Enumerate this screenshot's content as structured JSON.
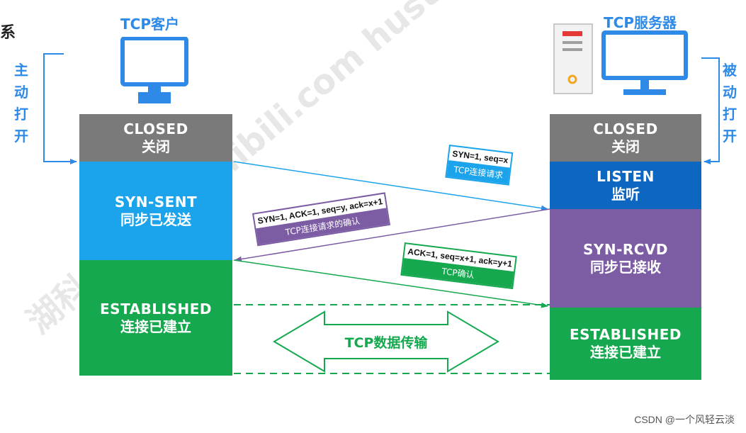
{
  "corner_text": "系",
  "client": {
    "title": "TCP客户",
    "active_open_chars": [
      "主",
      "动",
      "打",
      "开"
    ],
    "states": {
      "closed": {
        "en": "CLOSED",
        "zh": "关闭"
      },
      "syn_sent": {
        "en": "SYN-SENT",
        "zh": "同步已发送"
      },
      "established": {
        "en": "ESTABLISHED",
        "zh": "连接已建立"
      }
    }
  },
  "server": {
    "title": "TCP服务器",
    "passive_open_chars": [
      "被",
      "动",
      "打",
      "开"
    ],
    "states": {
      "closed": {
        "en": "CLOSED",
        "zh": "关闭"
      },
      "listen": {
        "en": "LISTEN",
        "zh": "监听"
      },
      "syn_rcvd": {
        "en": "SYN-RCVD",
        "zh": "同步已接收"
      },
      "established": {
        "en": "ESTABLISHED",
        "zh": "连接已建立"
      }
    }
  },
  "messages": {
    "m1": {
      "top": "SYN=1, seq=x",
      "bottom": "TCP连接请求"
    },
    "m2": {
      "top": "SYN=1, ACK=1, seq=y, ack=x+1",
      "bottom": "TCP连接请求的确认"
    },
    "m3": {
      "top": "ACK=1, seq=x+1, ack=y+1",
      "bottom": "TCP确认"
    }
  },
  "transfer_label": "TCP数据传输",
  "watermark": "湖科大教书匠 bilibili.com hust.edu.cn",
  "credit": "CSDN @一个风轻云淡",
  "colors": {
    "closed": "#7a7a7a",
    "syn_sent": "#1ba3ec",
    "established": "#15a84f",
    "listen": "#0d67c1",
    "syn_rcvd": "#7c5da4",
    "accent": "#2e8ae6"
  }
}
